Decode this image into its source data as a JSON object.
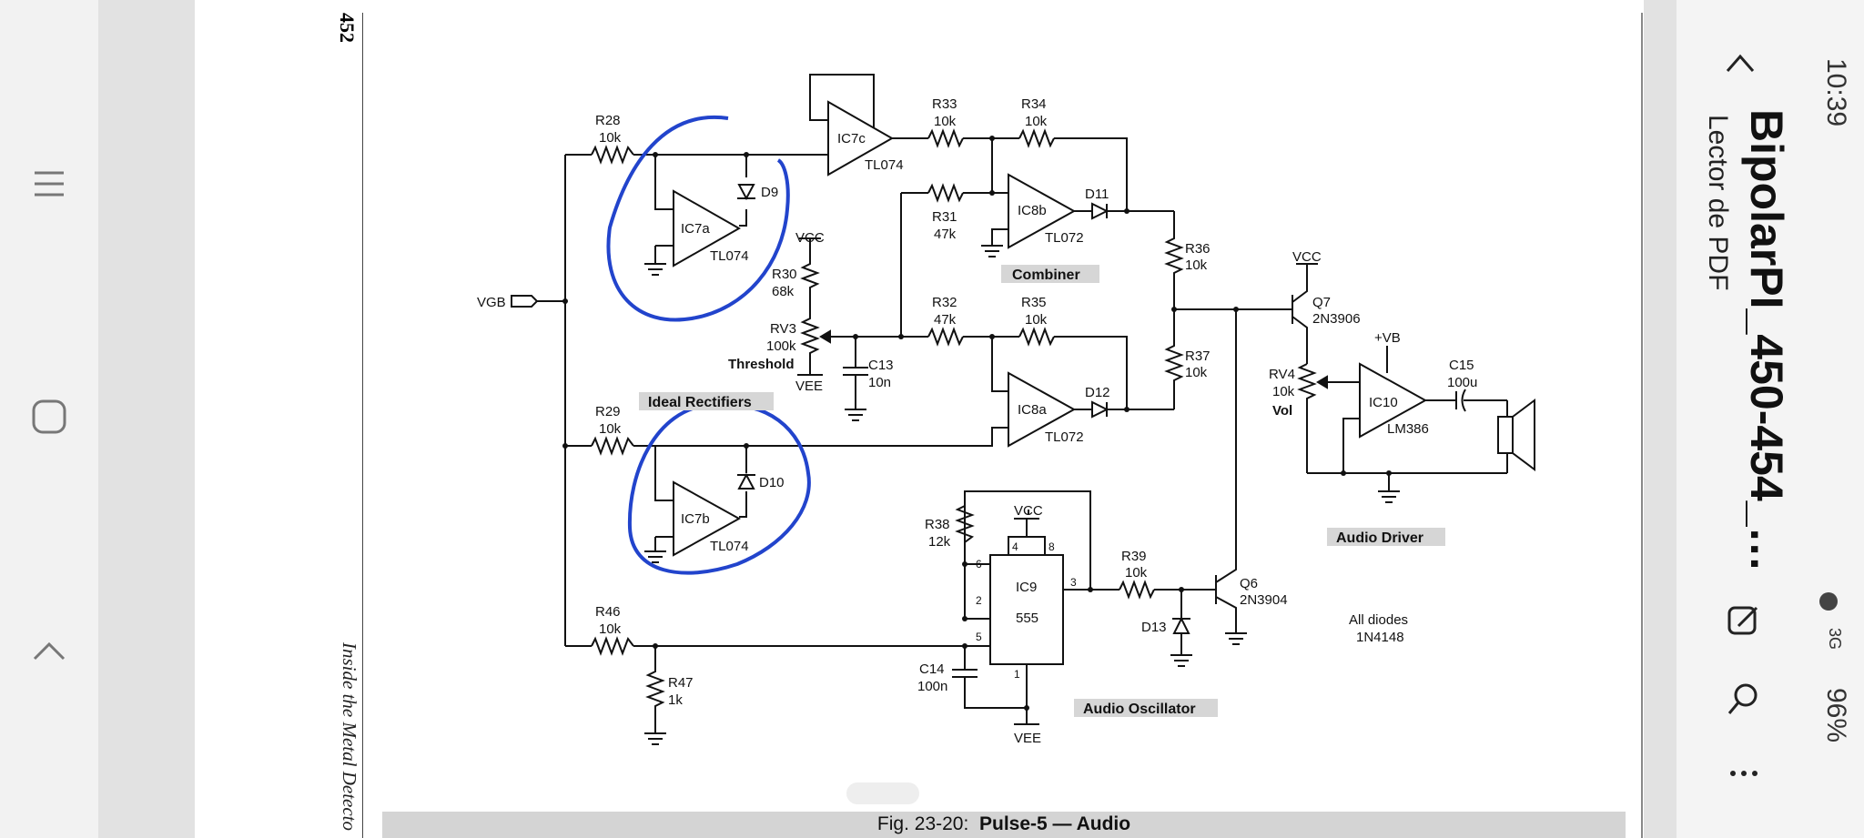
{
  "status_bar": {
    "time": "10:39",
    "network": "3G",
    "battery": "96%"
  },
  "toolbar": {
    "title": "BipolarPI_450-454_…",
    "subtitle": "Lector de PDF"
  },
  "page": {
    "page_number": "452",
    "running_title": "Inside the Metal Detecto",
    "caption_prefix": "Fig. 23-20:",
    "caption_title": "Pulse-5 — Audio"
  },
  "schematic": {
    "block_labels": {
      "ideal_rectifiers": "Ideal Rectifiers",
      "combiner": "Combiner",
      "audio_oscillator": "Audio Oscillator",
      "audio_driver": "Audio Driver"
    },
    "net_vgb": "VGB",
    "vcc": "VCC",
    "vee": "VEE",
    "vb": "+VB",
    "threshold": "Threshold",
    "vol": "Vol",
    "note_line1": "All diodes",
    "note_line2": "1N4148",
    "R28": [
      "R28",
      "10k"
    ],
    "R29": [
      "R29",
      "10k"
    ],
    "R46": [
      "R46",
      "10k"
    ],
    "R47": [
      "R47",
      "1k"
    ],
    "R30": [
      "R30",
      "68k"
    ],
    "RV3": [
      "RV3",
      "100k"
    ],
    "C13": [
      "C13",
      "10n"
    ],
    "R33": [
      "R33",
      "10k"
    ],
    "R34": [
      "R34",
      "10k"
    ],
    "R31": [
      "R31",
      "47k"
    ],
    "R32": [
      "R32",
      "47k"
    ],
    "R35": [
      "R35",
      "10k"
    ],
    "R36": [
      "R36",
      "10k"
    ],
    "R37": [
      "R37",
      "10k"
    ],
    "R38": [
      "R38",
      "12k"
    ],
    "R39": [
      "R39",
      "10k"
    ],
    "C14": [
      "C14",
      "100n"
    ],
    "C15": [
      "C15",
      "100u"
    ],
    "RV4": [
      "RV4",
      "10k"
    ],
    "Q7": [
      "Q7",
      "2N3906"
    ],
    "Q6": [
      "Q6",
      "2N3904"
    ],
    "IC7a": [
      "IC7a",
      "TL074"
    ],
    "IC7b": [
      "IC7b",
      "TL074"
    ],
    "IC7c": [
      "IC7c",
      "TL074"
    ],
    "IC8a": [
      "IC8a",
      "TL072"
    ],
    "IC8b": [
      "IC8b",
      "TL072"
    ],
    "IC10": [
      "IC10",
      "LM386"
    ],
    "IC9": [
      "IC9",
      "555"
    ],
    "D9": "D9",
    "D10": "D10",
    "D11": "D11",
    "D12": "D12",
    "D13": "D13",
    "pins": {
      "p4": "4",
      "p8": "8",
      "p6": "6",
      "p2": "2",
      "p5": "5",
      "p3": "3",
      "p1": "1"
    },
    "plus": "+",
    "minus": "−"
  }
}
